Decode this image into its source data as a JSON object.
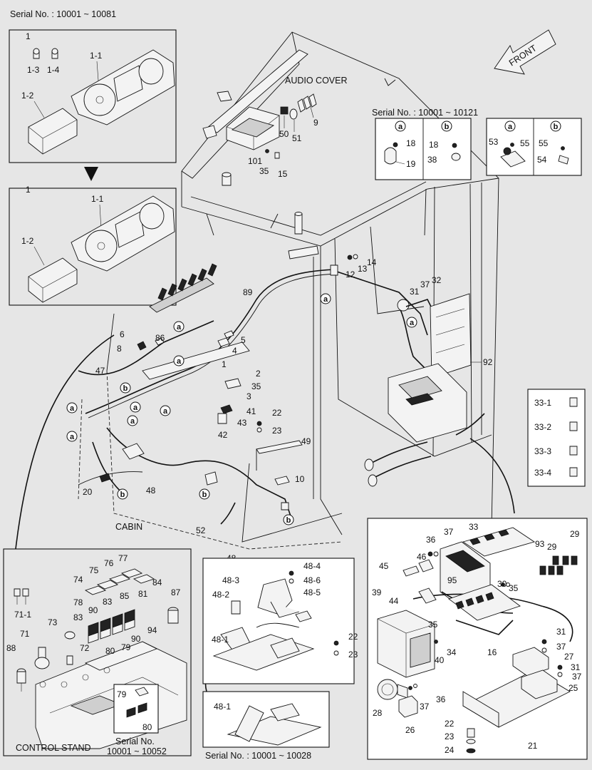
{
  "captions": {
    "serial_top_left": "Serial No. : 10001 ~ 10081",
    "audio_cover": "AUDIO COVER",
    "front": "FRONT",
    "serial_top_right": "Serial No. : 10001 ~ 10121",
    "cabin": "CABIN",
    "control_stand": "CONTROL STAND",
    "serial_stand_a": "Serial No.",
    "serial_stand_b": "10001 ~ 10052",
    "serial_pedal": "Serial No. : 10001 ~ 10028"
  },
  "callouts": {
    "a": "a",
    "b": "b"
  },
  "parts": {
    "p1a": "1",
    "p1_1a": "1-1",
    "p1_2a": "1-2",
    "p1_3": "1-3",
    "p1_4": "1-4",
    "p1b": "1",
    "p1_1b": "1-1",
    "p1_2b": "1-2",
    "p101": "101",
    "p50": "50",
    "p51": "51",
    "p9": "9",
    "p35a": "35",
    "p15": "15",
    "p18a": "18",
    "p19": "19",
    "p18b": "18",
    "p38": "38",
    "p53": "53",
    "p55a": "55",
    "p55b": "55",
    "p54": "54",
    "p14": "14",
    "p13": "13",
    "p12": "12",
    "p89": "89",
    "p37a": "37",
    "p32": "32",
    "p31a": "31",
    "p92": "92",
    "p6": "6",
    "p86": "86",
    "p8": "8",
    "p5": "5",
    "p4": "4",
    "p47": "47",
    "p1c": "1",
    "p2": "2",
    "p35b": "35",
    "p3": "3",
    "p41": "41",
    "p43": "43",
    "p42": "42",
    "p22a": "22",
    "p23a": "23",
    "p49": "49",
    "p10": "10",
    "p20": "20",
    "p48a": "48",
    "p52": "52",
    "p33_1": "33-1",
    "p33_2": "33-2",
    "p33_3": "33-3",
    "p33_4": "33-4",
    "p74": "74",
    "p75": "75",
    "p76": "76",
    "p77": "77",
    "p84": "84",
    "p81": "81",
    "p78": "78",
    "p83a": "83",
    "p85": "85",
    "p87": "87",
    "p90a": "90",
    "p83b": "83",
    "p94": "94",
    "p90b": "90",
    "p79a": "79",
    "p80a": "80",
    "p71_1": "71-1",
    "p71": "71",
    "p73": "73",
    "p72": "72",
    "p88": "88",
    "p79b": "79",
    "p80b": "80",
    "p48b": "48",
    "p48_4": "48-4",
    "p48_3": "48-3",
    "p48_6": "48-6",
    "p48_5": "48-5",
    "p48_2": "48-2",
    "p48_1a": "48-1",
    "p22b": "22",
    "p23b": "23",
    "p48_1b": "48-1",
    "p36a": "36",
    "p37b": "37",
    "p33": "33",
    "p29a": "29",
    "p29b": "29",
    "p93": "93",
    "p46": "46",
    "p45": "45",
    "p95": "95",
    "p30": "30",
    "p35c": "35",
    "p39": "39",
    "p44": "44",
    "p35d": "35",
    "p34": "34",
    "p40": "40",
    "p16": "16",
    "p31b": "31",
    "p37c": "37",
    "p27": "27",
    "p31c": "31",
    "p37d": "37",
    "p25": "25",
    "p28": "28",
    "p36b": "36",
    "p37e": "37",
    "p26": "26",
    "p22c": "22",
    "p23c": "23",
    "p24": "24",
    "p21": "21"
  }
}
